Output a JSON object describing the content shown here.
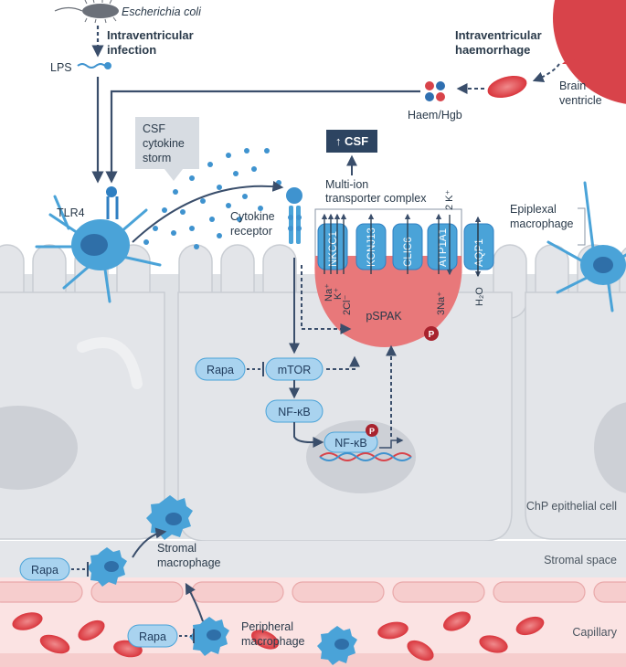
{
  "title": {
    "ecoli": "Escherichia coli",
    "infection_line1": "Intraventricular",
    "infection_line2": "infection",
    "lps": "LPS",
    "haemorrhage_line1": "Intraventricular",
    "haemorrhage_line2": "haemorrhage",
    "brain_line1": "Brain",
    "brain_line2": "ventricle",
    "haem": "Haem/Hgb"
  },
  "storm": {
    "line1": "CSF",
    "line2": "cytokine",
    "line3": "storm"
  },
  "labels": {
    "tlr4": "TLR4",
    "receptor_line1": "Cytokine",
    "receptor_line2": "receptor",
    "csf_box": "↑ CSF",
    "complex_line1": "Multi-ion",
    "complex_line2": "transporter complex",
    "epiplexal_line1": "Epiplexal",
    "epiplexal_line2": "macrophage",
    "pspak": "pSPAK",
    "phospho": "P",
    "mtor": "mTOR",
    "nfkb": "NF-κB",
    "nfkb_nuclear": "NF-κB",
    "rapa": "Rapa",
    "stromal_line1": "Stromal",
    "stromal_line2": "macrophage",
    "peripheral_line1": "Peripheral",
    "peripheral_line2": "macrophage"
  },
  "transporters": [
    "NKCC1",
    "KCNJ13",
    "CLIC6",
    "ATP1A1",
    "AQP1"
  ],
  "ions": {
    "na": "Na⁺",
    "k": "K⁺",
    "cl": "2Cl⁻",
    "na3": "3Na⁺",
    "k2": "2 K⁺",
    "h2o": "H₂O"
  },
  "regions": {
    "epithelial": "ChP epithelial cell",
    "stromal": "Stromal space",
    "capillary": "Capillary"
  },
  "colors": {
    "cell_light": "#e3e5e9",
    "cell_mid": "#d4d7dc",
    "blue_cell": "#4aa3d8",
    "pspak": "#e8787a",
    "capillary": "#f6cdcd",
    "rbc": "#e0474c",
    "arrow": "#3a4e6b",
    "pill": "#a9d3ef"
  }
}
